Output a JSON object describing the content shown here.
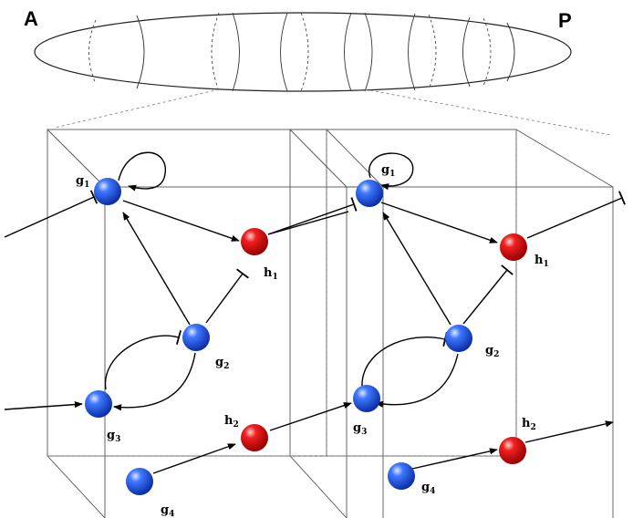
{
  "axis": {
    "anterior": "A",
    "posterior": "P"
  },
  "colors": {
    "g_node": "#2a63ff",
    "h_node": "#ee1c1c"
  },
  "cells": [
    {
      "nodes": {
        "g1": {
          "letter": "g",
          "sub": "1"
        },
        "g2": {
          "letter": "g",
          "sub": "2"
        },
        "g3": {
          "letter": "g",
          "sub": "3"
        },
        "g4": {
          "letter": "g",
          "sub": "4"
        },
        "h1": {
          "letter": "h",
          "sub": "1"
        },
        "h2": {
          "letter": "h",
          "sub": "2"
        }
      }
    },
    {
      "nodes": {
        "g1": {
          "letter": "g",
          "sub": "1"
        },
        "g2": {
          "letter": "g",
          "sub": "2"
        },
        "g3": {
          "letter": "g",
          "sub": "3"
        },
        "g4": {
          "letter": "g",
          "sub": "4"
        },
        "h1": {
          "letter": "h",
          "sub": "1"
        },
        "h2": {
          "letter": "h",
          "sub": "2"
        }
      }
    }
  ]
}
